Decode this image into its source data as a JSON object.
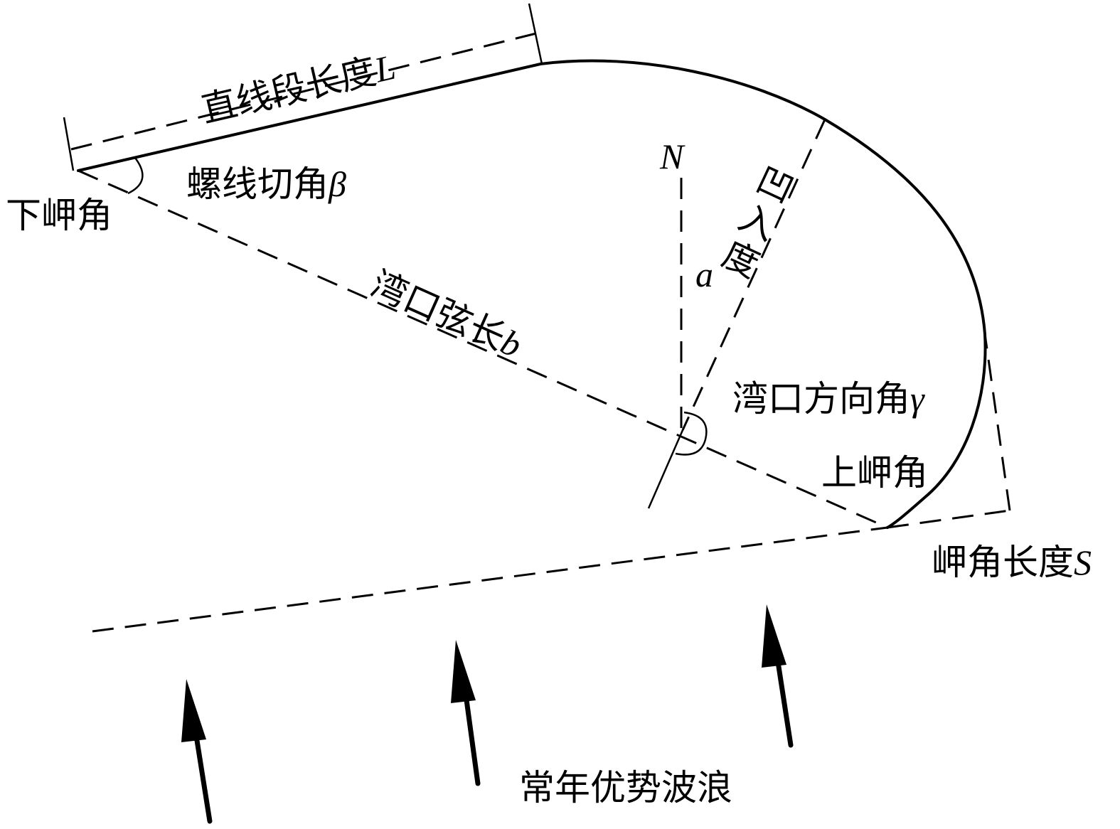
{
  "labels": {
    "straight_length": "直线段长度",
    "straight_length_var": "L",
    "spiral_angle": "螺线切角",
    "spiral_angle_var": "β",
    "lower_headland": "下岬角",
    "indentation_1": "凹",
    "indentation_2": "入",
    "indentation_3": "度",
    "indentation_var": "a",
    "north": "N",
    "chord_length": "湾口弦长",
    "chord_length_var": "b",
    "bay_direction": "湾口方向角",
    "bay_direction_var": "γ",
    "upper_headland": "上岬角",
    "headland_length": "岬角长度",
    "headland_length_var": "S",
    "dominant_waves": "常年优势波浪"
  }
}
